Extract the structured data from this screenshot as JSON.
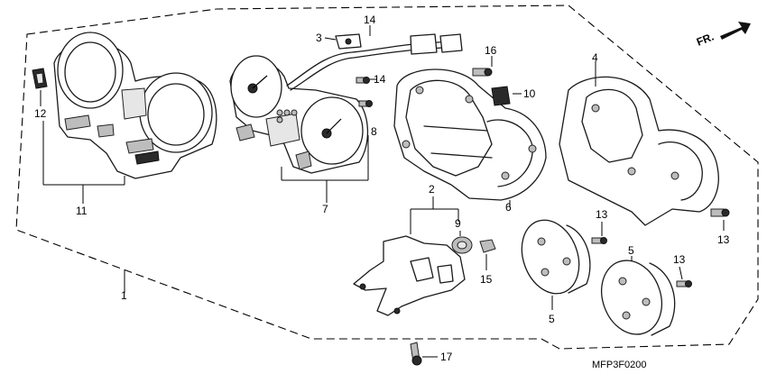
{
  "diagram": {
    "direction_label": "FR.",
    "drawing_code": "MFP3F0200",
    "callouts": [
      "1",
      "2",
      "3",
      "4",
      "5",
      "5",
      "6",
      "7",
      "8",
      "9",
      "10",
      "11",
      "12",
      "13",
      "13",
      "13",
      "14",
      "14",
      "15",
      "16",
      "17"
    ]
  }
}
